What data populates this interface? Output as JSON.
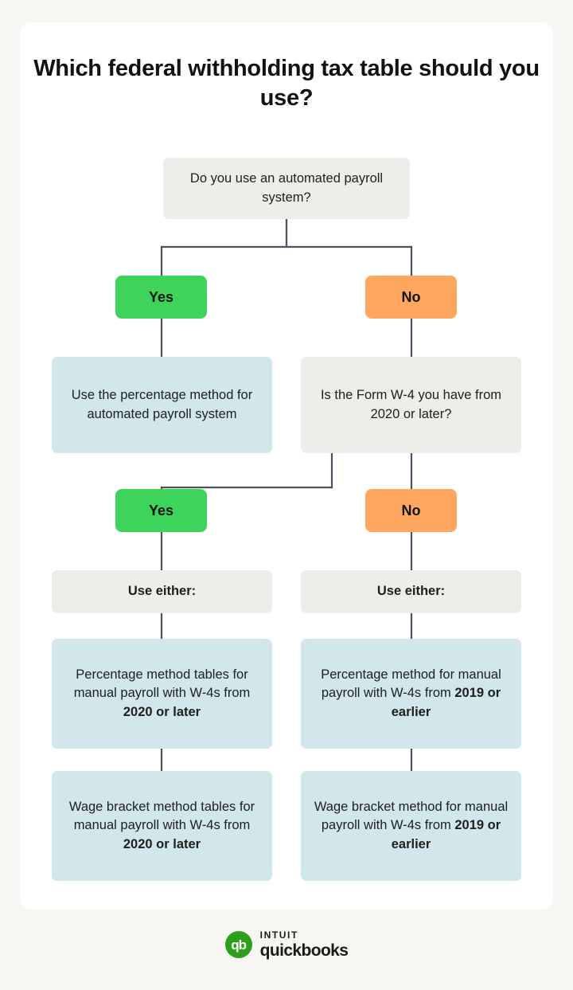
{
  "page": {
    "background": "#f7f6f3",
    "card_background": "#ffffff"
  },
  "title": "Which federal withholding tax table should you use?",
  "colors": {
    "decision_box": "#eeedea",
    "result_box": "#d2e7ec",
    "yes_badge": "#3ed45c",
    "no_badge": "#ffa75f",
    "connector": "#4a5260",
    "text": "#1d1f1c",
    "brand_green": "#2ca01c"
  },
  "chart_data": {
    "type": "diagram",
    "title": "Which federal withholding tax table should you use?",
    "nodes": [
      {
        "id": "q1",
        "kind": "decision",
        "text": "Do you use an automated payroll system?"
      },
      {
        "id": "q1-yes",
        "kind": "badge",
        "text": "Yes"
      },
      {
        "id": "q1-no",
        "kind": "badge",
        "text": "No"
      },
      {
        "id": "r1",
        "kind": "result",
        "text": "Use the percentage method for automated payroll system"
      },
      {
        "id": "q2",
        "kind": "decision",
        "text": "Is the Form W-4 you have from 2020 or later?"
      },
      {
        "id": "q2-yes",
        "kind": "badge",
        "text": "Yes"
      },
      {
        "id": "q2-no",
        "kind": "badge",
        "text": "No"
      },
      {
        "id": "left-use",
        "kind": "label",
        "text": "Use either:"
      },
      {
        "id": "right-use",
        "kind": "label",
        "text": "Use either:"
      },
      {
        "id": "r2",
        "kind": "result",
        "text_plain": "Percentage method tables for manual payroll with W-4s from 2020 or later",
        "text_lead": "Percentage method tables for manual payroll with W-4s from ",
        "text_bold": "2020 or later"
      },
      {
        "id": "r3",
        "kind": "result",
        "text_plain": "Percentage method for manual payroll with W-4s from 2019 or earlier",
        "text_lead": "Percentage method for manual payroll with W-4s from ",
        "text_bold": "2019 or earlier"
      },
      {
        "id": "r4",
        "kind": "result",
        "text_plain": "Wage bracket method tables for manual payroll with W-4s from 2020 or later",
        "text_lead": "Wage bracket method tables for manual payroll with W-4s from ",
        "text_bold": "2020 or later"
      },
      {
        "id": "r5",
        "kind": "result",
        "text_plain": "Wage bracket method for manual payroll with W-4s from 2019 or earlier",
        "text_lead": "Wage bracket method for manual payroll with W-4s from ",
        "text_bold": "2019 or earlier"
      }
    ],
    "edges": [
      {
        "from": "q1",
        "to": "q1-yes",
        "label": ""
      },
      {
        "from": "q1",
        "to": "q1-no",
        "label": ""
      },
      {
        "from": "q1-yes",
        "to": "r1",
        "label": ""
      },
      {
        "from": "q1-no",
        "to": "q2",
        "label": ""
      },
      {
        "from": "q2",
        "to": "q2-yes",
        "label": ""
      },
      {
        "from": "q2",
        "to": "q2-no",
        "label": ""
      },
      {
        "from": "q2-yes",
        "to": "left-use",
        "label": ""
      },
      {
        "from": "q2-no",
        "to": "right-use",
        "label": ""
      },
      {
        "from": "left-use",
        "to": "r2",
        "label": ""
      },
      {
        "from": "r2",
        "to": "r4",
        "label": ""
      },
      {
        "from": "right-use",
        "to": "r3",
        "label": ""
      },
      {
        "from": "r3",
        "to": "r5",
        "label": ""
      }
    ]
  },
  "nodes": {
    "q1": {
      "text": "Do you use an automated payroll system?"
    },
    "q1_yes": {
      "text": "Yes"
    },
    "q1_no": {
      "text": "No"
    },
    "r1": {
      "text": "Use the percentage method for automated payroll system"
    },
    "q2": {
      "text": "Is the Form W-4 you have from 2020 or later?"
    },
    "q2_yes": {
      "text": "Yes"
    },
    "q2_no": {
      "text": "No"
    },
    "left_use": {
      "text": "Use either:"
    },
    "right_use": {
      "text": "Use either:"
    },
    "r2": {
      "lead": "Percentage method tables for manual payroll with W-4s from ",
      "bold": "2020 or later"
    },
    "r3": {
      "lead": "Percentage method for manual payroll with W-4s from ",
      "bold": "2019 or earlier"
    },
    "r4": {
      "lead": "Wage bracket method tables for manual payroll with W-4s from ",
      "bold": "2020 or later"
    },
    "r5": {
      "lead": "Wage bracket method for manual payroll with W-4s from ",
      "bold": "2019 or earlier"
    }
  },
  "footer": {
    "mark_text": "qb",
    "intuit": "INTUIT",
    "quickbooks": "quickbooks"
  }
}
